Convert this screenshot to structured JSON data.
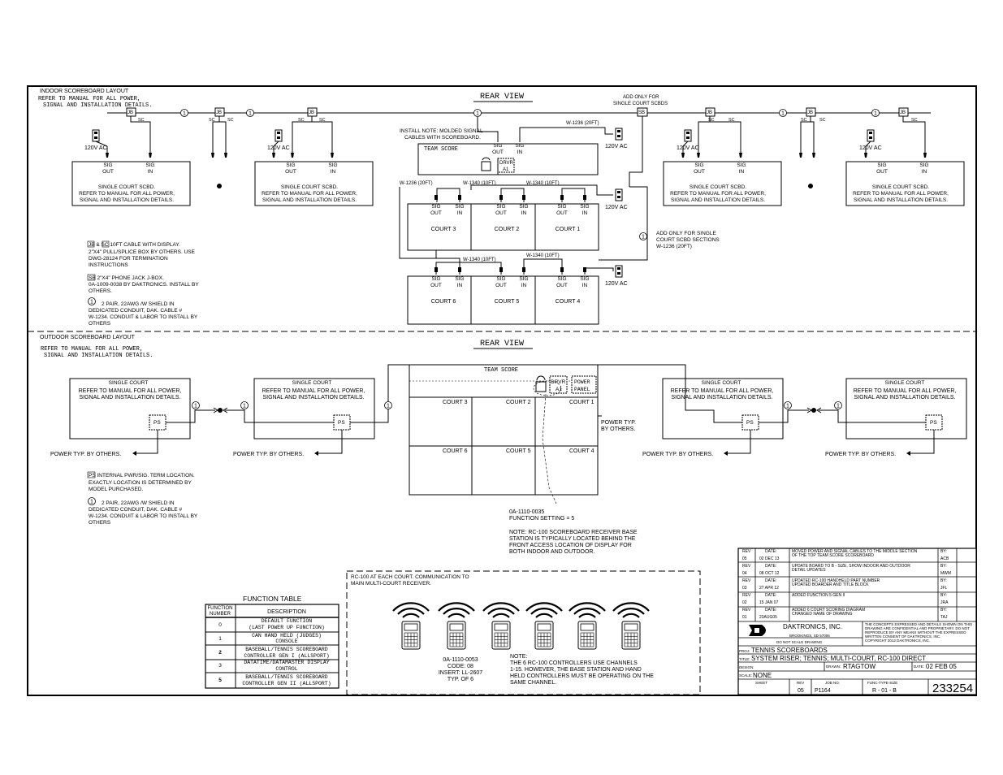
{
  "indoor": {
    "title": "INDOOR SCOREBOARD LAYOUT",
    "note_line1": "REFER TO MANUAL FOR ALL POWER,",
    "note_line2": "SIGNAL AND INSTALLATION DETAILS.",
    "rear_view": "REAR VIEW",
    "add_only_line1": "ADD ONLY FOR",
    "add_only_line2": "SINGLE COURT SCBDS",
    "install_note_line1": "INSTALL NOTE: MOLDED SIGNAL",
    "install_note_line2": "CABLES WITH SCOREBOARD.",
    "team_score": "TEAM SCORE",
    "courts": [
      "COURT 3",
      "COURT 2",
      "COURT 1",
      "COURT 6",
      "COURT 5",
      "COURT 4"
    ],
    "cables": [
      "W-1236 (20FT)",
      "W-1236 (20FT)",
      "W-1340 (10FT)",
      "W-1340 (10FT)",
      "W-1340 (10FT)",
      "W-1340 (10FT)"
    ],
    "add_only_sections_line1": "ADD ONLY FOR SINGLE",
    "add_only_sections_line2": "COURT SCBD SECTIONS",
    "add_only_sections_line3": "W-1236 (20FT)",
    "single_court_line1": "SINGLE COURT SCBD.",
    "single_court_line2": "REFER TO MANUAL FOR ALL POWER,",
    "single_court_line3": "SIGNAL AND INSTALLATION DETAILS.",
    "sig_out": "SIG",
    "out": "OUT",
    "in": "IN",
    "ac": "120V AC",
    "jb": "JB",
    "sc": "SC",
    "sb": "SB",
    "drvr": "DRVR",
    "a1": "A1",
    "legend_jb_sc": "JB & SC   10FT CABLE WITH DISPLAY.",
    "legend_jb_2": "2\"X4\" PULL/SPLICE BOX BY OTHERS.  USE",
    "legend_jb_3": "DWG-28124 FOR TERMINATION",
    "legend_jb_4": "INSTRUCTIONS",
    "legend_sb_1": "SB   2\"X4\" PHONE JACK J-BOX.",
    "legend_sb_2": "0A-1009-0038 BY DAKTRONICS.  INSTALL BY",
    "legend_sb_3": "OTHERS.",
    "legend_c1": "2 PAIR, 22AWG /W SHIELD IN",
    "legend_c2": "DEDICATED CONDUIT,  DAK. CABLE #",
    "legend_c3": "W-1234.  CONDUIT & LABOR TO INSTALL BY",
    "legend_c4": "OTHERS"
  },
  "outdoor": {
    "title": "OUTDOOR SCOREBOARD LAYOUT",
    "note_line1": "REFER TO MANUAL FOR ALL POWER,",
    "note_line2": "SIGNAL AND INSTALLATION DETAILS.",
    "rear_view": "REAR VIEW",
    "single_court": "SINGLE COURT",
    "ps": "PS",
    "power": "POWER TYP. BY OTHERS.",
    "power_typ": "POWER TYP.",
    "by_others": "BY OTHERS.",
    "power_panel_1": "POWER",
    "power_panel_2": "PANEL",
    "team_score": "TEAM SCORE",
    "courts": [
      "COURT 3",
      "COURT 2",
      "COURT 1",
      "COURT 6",
      "COURT 5",
      "COURT 4"
    ],
    "legend_ps_1": "PS  INTERNAL PWR/SIG. TERM LOCATION.",
    "legend_ps_2": "EXACTLY LOCATION IS DETERMINED BY",
    "legend_ps_3": "MODEL PURCHASED.",
    "legend_c1": "2 PAIR, 22AWG /W SHIELD IN",
    "legend_c2": "DEDICATED CONDUIT,  DAK. CABLE #",
    "legend_c3": "W-1234.  CONDUIT & LABOR TO INSTALL BY",
    "legend_c4": "OTHERS",
    "part_no": "0A-1110-0035",
    "func_setting": "FUNCTION SETTING = 5",
    "note_1": "NOTE:   RC-100 SCOREBOARD RECEIVER BASE",
    "note_2": "STATION IS TYPICALLY LOCATED BEHIND THE",
    "note_3": "FRONT ACCESS LOCATION OF DISPLAY FOR",
    "note_4": "BOTH INDOOR AND OUTDOOR."
  },
  "function_table": {
    "title": "FUNCTION TABLE",
    "col_number_1": "FUNCTION",
    "col_number_2": "NUMBER",
    "col_desc": "DESCRIPTION",
    "rows": [
      {
        "num": "0",
        "d1": "DEFAULT FUNCTION",
        "d2": "(LAST POWER UP FUNCTION)"
      },
      {
        "num": "1",
        "d1": "CAN HAND HELD (JUDGES)",
        "d2": "CONSOLE"
      },
      {
        "num": "2",
        "d1": "BASEBALL/TENNIS SCOREBOARD",
        "d2": "CONTROLLER GEN I (ALLSPORT)"
      },
      {
        "num": "3",
        "d1": "DATATIME/DATAMASTER DISPLAY",
        "d2": "CONTROL"
      },
      {
        "num": "5",
        "d1": "BASEBALL/TENNIS SCOREBOARD",
        "d2": "CONTROLLER GEN II (ALLSPORT)"
      }
    ]
  },
  "rc100": {
    "note_1": "RC-100 AT EACH COURT.  COMMUNICATION TO",
    "note_2": "MAIN MULTI-COURT RECEIVER.",
    "part": "0A-1110-0053",
    "code": "CODE: 08",
    "insert": "INSERT: LL-2607",
    "typ": "TYP. OF 6",
    "note_title": "NOTE:",
    "note_l1": "THE 6 RC-100 CONTROLLERS USE CHANNELS",
    "note_l2": "1-15.  HOWEVER, THE BASE STATION AND HAND",
    "note_l3": "HELD CONTROLLERS MUST BE OPERATING ON THE",
    "note_l4": "SAME CHANNEL."
  },
  "title_block": {
    "revisions": [
      {
        "rev": "05",
        "date": "02 DEC 13",
        "desc1": "MOVED POWER AND SIGNAL CABLES TO THE MIDDLE SECTION",
        "desc2": "OF THE TOP TEAM SCORE SCOREBOARD",
        "by": "ACB"
      },
      {
        "rev": "04",
        "date": "08 OCT 12",
        "desc1": "UPDATE BOARD TO B - SIZE.  SHOW INDOOR AND OUTDOOR",
        "desc2": "DETAIL UPDATES",
        "by": "MWM"
      },
      {
        "rev": "03",
        "date": "27 APR 12",
        "desc1": "UPDATED RC-100 HANDHELD PART NUMBER",
        "desc2": "UPDATED BOARDER AND TITLE BLOCK",
        "by": "JFL"
      },
      {
        "rev": "02",
        "date": "15 JAN 07",
        "desc1": "ADDED FUNCTION 5 GEN II",
        "desc2": "",
        "by": "JRA"
      },
      {
        "rev": "01",
        "date": "23AUG05",
        "desc1": "ADDED 6 COURT SCORING DIAGRAM",
        "desc2": "CHANGED NAME OF DRAWING",
        "by": "TAJ"
      }
    ],
    "rev_label": "REV",
    "date_label": "DATE:",
    "by_label": "BY:",
    "company": "DAKTRONICS, INC.",
    "city": "BROOKINGS, SD  57006",
    "do_not_scale": "DO NOT SCALE DRAWING",
    "conf_1": "THE CONCEPTS EXPRESSED AND DETAILS SHOWN ON THIS",
    "conf_2": "DRAWING ARE CONFIDENTIAL AND PROPRIETARY.  DO NOT",
    "conf_3": "REPRODUCE BY ANY MEANS WITHOUT THE EXPRESSED",
    "conf_4": "WRITTEN CONSENT OF DAKTRONICS, INC.",
    "conf_5": "COPYRIGHT 2012 DAKTRONICS, INC.",
    "proj_label": "PROJ:",
    "project": "TENNIS SCOREBOARDS",
    "title_label": "TITLE:",
    "title": "SYSTEM RISER; TENNIS; MULTI-COURT, RC-100 DIRECT",
    "design_label": "DESIGN:",
    "drawn_label": "DRAWN:",
    "drawn": "RTAGTOW",
    "date2_label": "DATE:",
    "date": "02 FEB 05",
    "scale_label": "SCALE:",
    "scale": "NONE",
    "sheet_label": "SHEET",
    "rev2_label": "REV",
    "job_label": "JOB NO.",
    "func_label": "FUNC-TYPE-SIZE",
    "rev_value": "05",
    "job": "P1164",
    "func": "R - 01 - B",
    "drawing_number": "233254"
  },
  "icons": [
    "jack-box-icon",
    "power-outlet-icon",
    "remote-control-icon",
    "radio-wave-icon",
    "receiver-icon",
    "daktronics-logo-icon",
    "cable-callout-icon"
  ]
}
